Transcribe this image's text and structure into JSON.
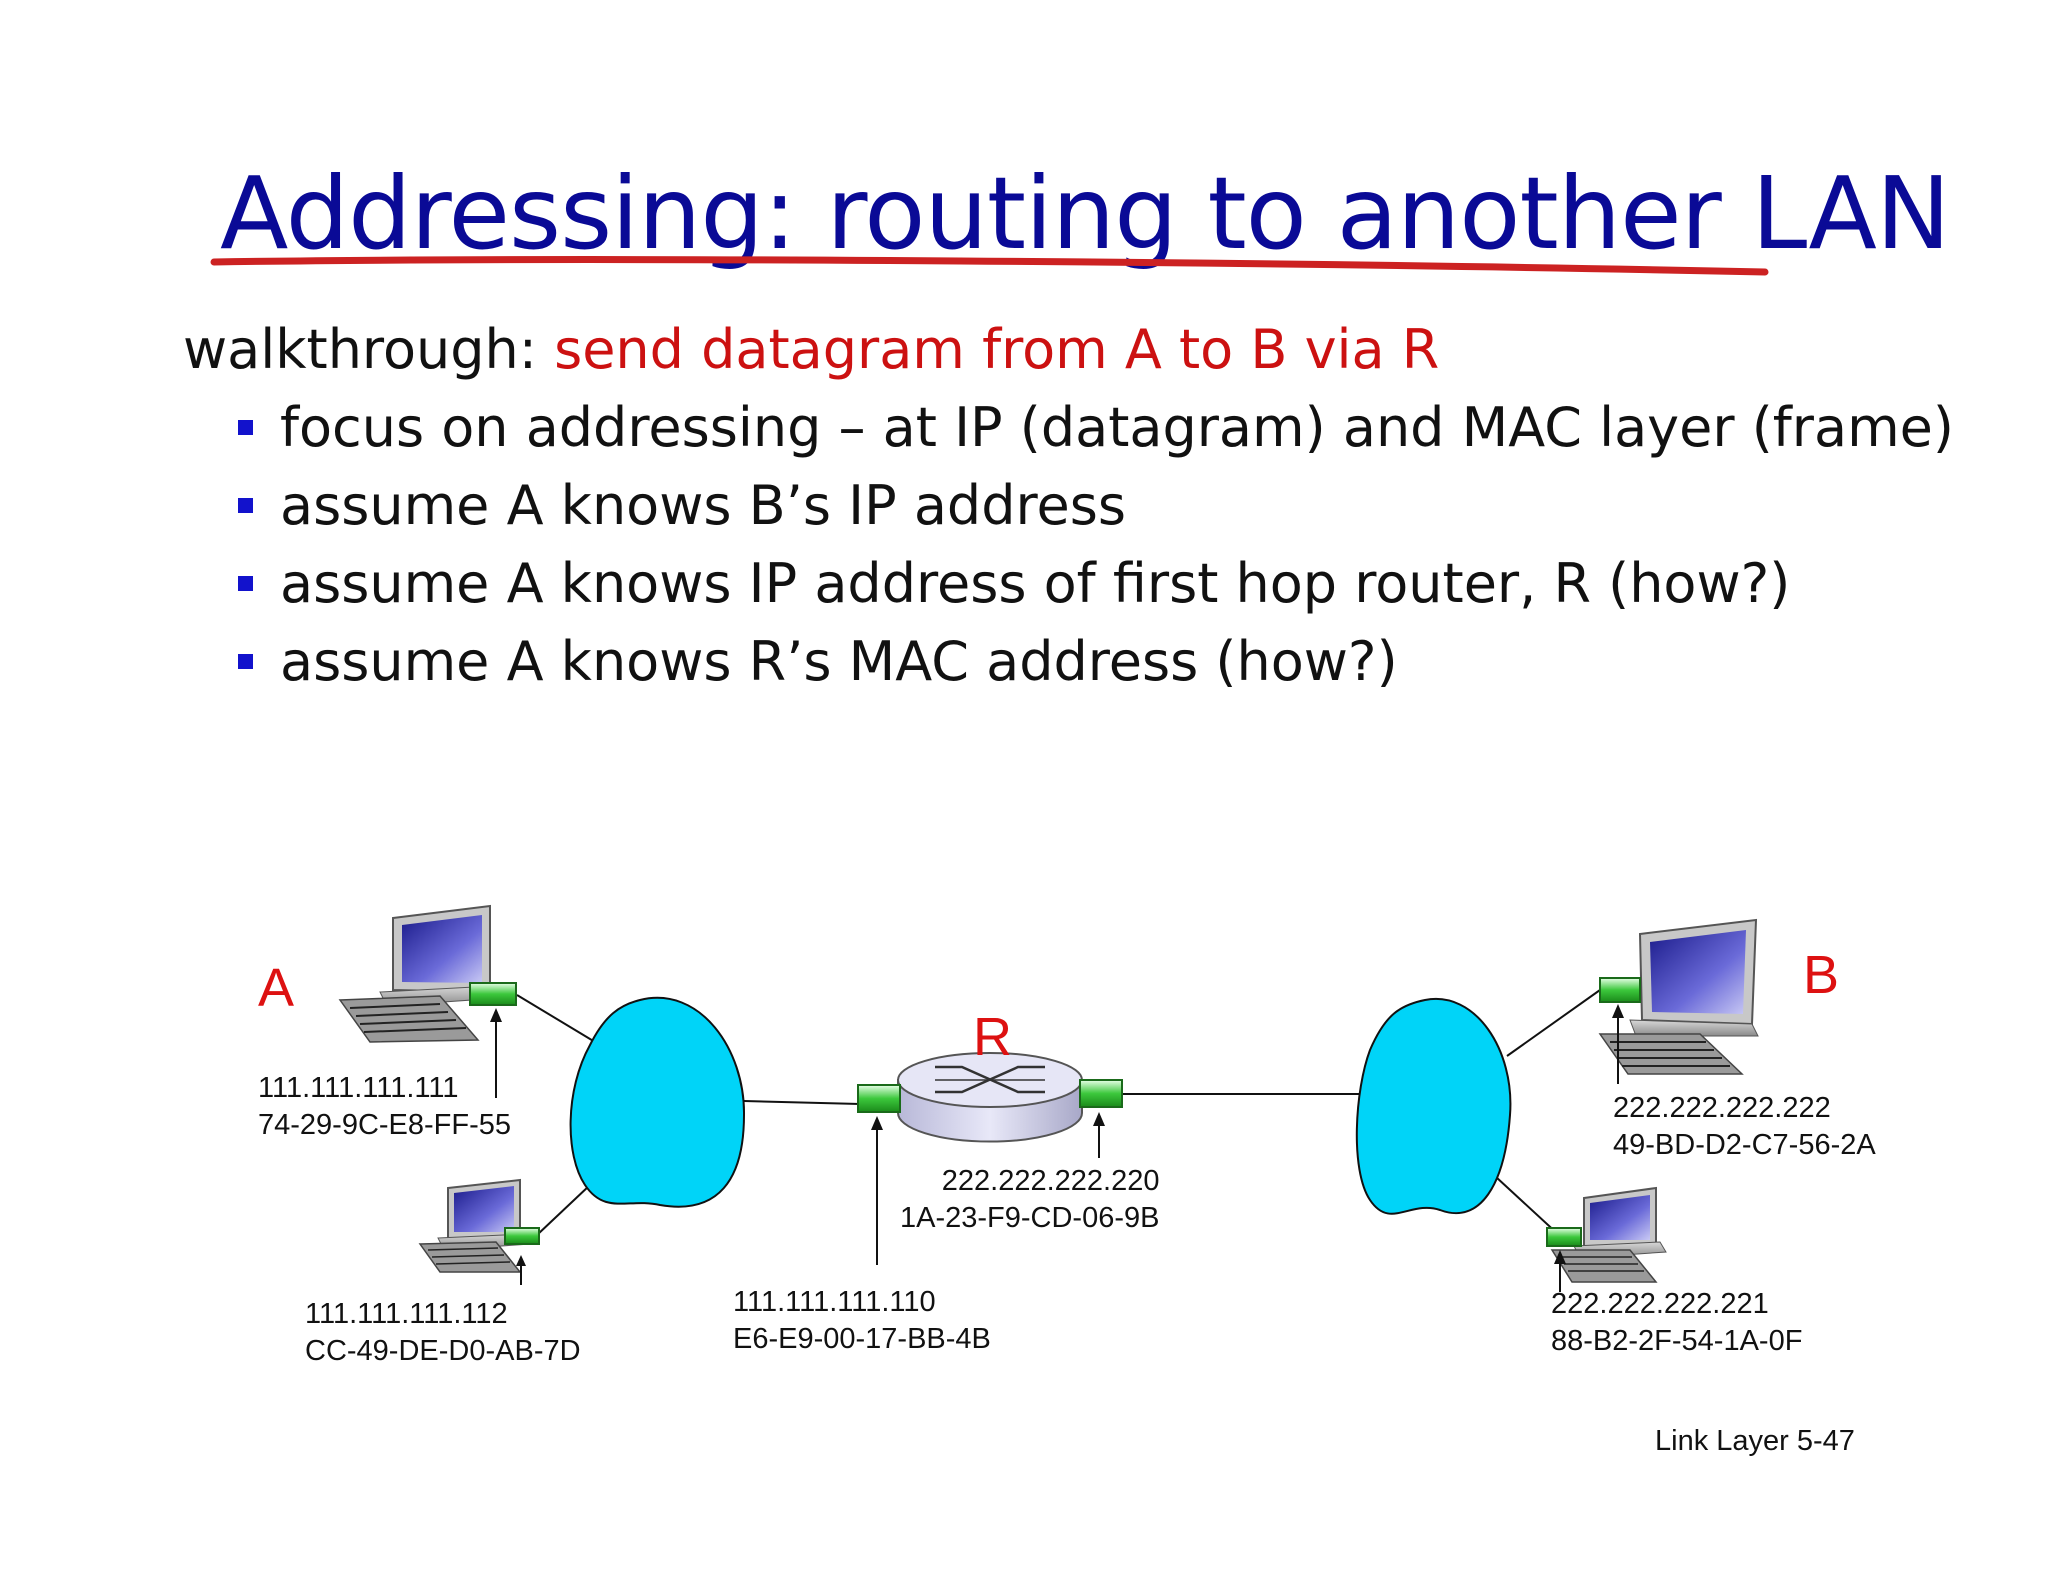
{
  "slide": {
    "title": "Addressing: routing to another LAN",
    "intro_lead": "walkthrough: ",
    "intro_highlight": "send datagram from A to B via R",
    "bullets": [
      "focus on addressing – at IP (datagram) and MAC layer (frame)",
      "assume A knows B’s IP address",
      "assume A knows IP address of first hop router, R (how?)",
      "assume A knows R’s MAC address (how?)"
    ],
    "footer": "Link Layer  5-47"
  },
  "diagram": {
    "host_a": {
      "letter": "A",
      "ip": "111.111.111.111",
      "mac": "74-29-9C-E8-FF-55"
    },
    "host_a2": {
      "ip": "111.111.111.112",
      "mac": "CC-49-DE-D0-AB-7D"
    },
    "router": {
      "letter": "R",
      "left_ip": "111.111.111.110",
      "left_mac": "E6-E9-00-17-BB-4B",
      "right_ip": "222.222.222.220",
      "right_mac": "1A-23-F9-CD-06-9B"
    },
    "host_b": {
      "letter": "B",
      "ip": "222.222.222.222",
      "mac": "49-BD-D2-C7-56-2A"
    },
    "host_b2": {
      "ip": "222.222.222.221",
      "mac": "88-B2-2F-54-1A-0F"
    },
    "colors": {
      "cloud": "#00d4f8",
      "adapter": "#2db82d",
      "title": "#0a0a96",
      "highlight": "#cc1111",
      "underline": "#cc2222"
    }
  }
}
